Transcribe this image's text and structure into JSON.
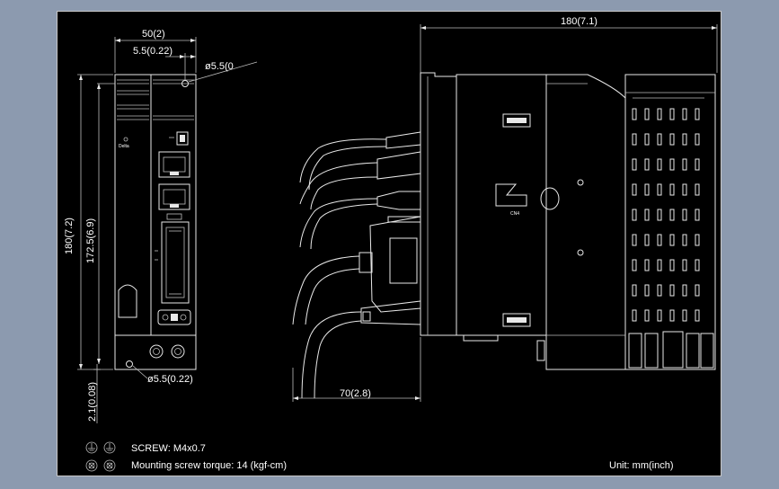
{
  "dimensions": {
    "front_width": "50(2)",
    "front_offset": "5.5(0.22)",
    "hole_top": "ø5.5(0",
    "height_total": "180(7.2)",
    "height_inner": "172.5(6.9)",
    "hole_bottom": "ø5.5(0.22)",
    "bottom_offset": "2.1(0.08)",
    "side_depth": "180(7.1)",
    "cable_depth": "70(2.8)"
  },
  "labels": {
    "cn_label": "CN4",
    "logo_label": "Delta"
  },
  "notes": {
    "screw": "SCREW: M4x0.7",
    "torque": "Mounting screw torque: 14 (kgf-cm)",
    "unit": "Unit: mm(inch)"
  },
  "colors": {
    "background": "#8c9aaf",
    "drawing_bg": "#000000",
    "line": "#e8e8e8"
  },
  "icons": [
    "ground-symbol-icon",
    "screw-terminal-icon"
  ]
}
